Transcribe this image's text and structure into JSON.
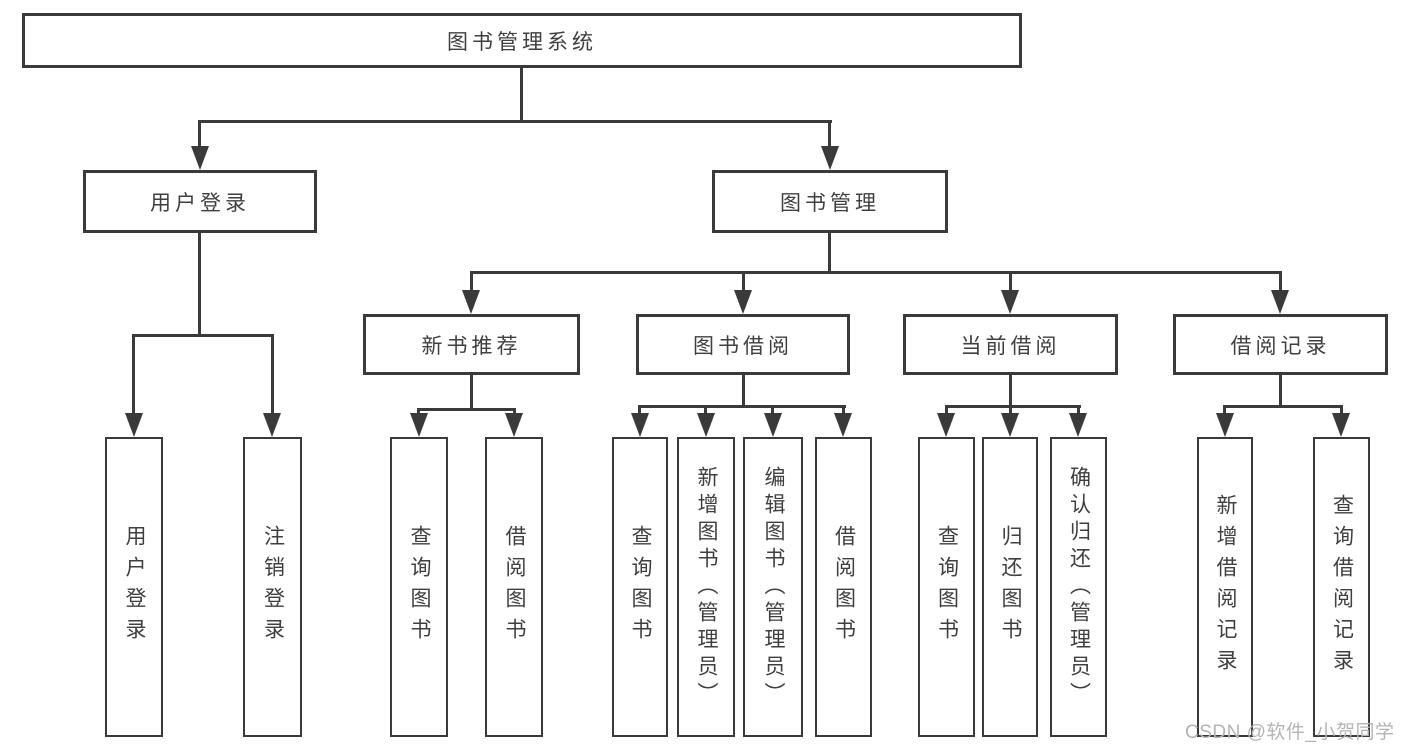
{
  "diagram": {
    "title": "图书管理系统",
    "level2": [
      {
        "label": "用户登录"
      },
      {
        "label": "图书管理"
      }
    ],
    "level3": [
      {
        "label": "新书推荐"
      },
      {
        "label": "图书借阅"
      },
      {
        "label": "当前借阅"
      },
      {
        "label": "借阅记录"
      }
    ],
    "leaves": [
      {
        "label": "用户登录"
      },
      {
        "label": "注销登录"
      },
      {
        "label": "查询图书"
      },
      {
        "label": "借阅图书"
      },
      {
        "label": "查询图书"
      },
      {
        "label": "新增图书（管理员）"
      },
      {
        "label": "编辑图书（管理员）"
      },
      {
        "label": "借阅图书"
      },
      {
        "label": "查询图书"
      },
      {
        "label": "归还图书"
      },
      {
        "label": "确认归还（管理员）"
      },
      {
        "label": "新增借阅记录"
      },
      {
        "label": "查询借阅记录"
      }
    ]
  },
  "watermark": "CSDN @软件_小贺同学",
  "colors": {
    "line": "#3a3a3a",
    "text": "#3f3f3f",
    "watermark": "#b4b4b4",
    "background": "#ffffff"
  }
}
